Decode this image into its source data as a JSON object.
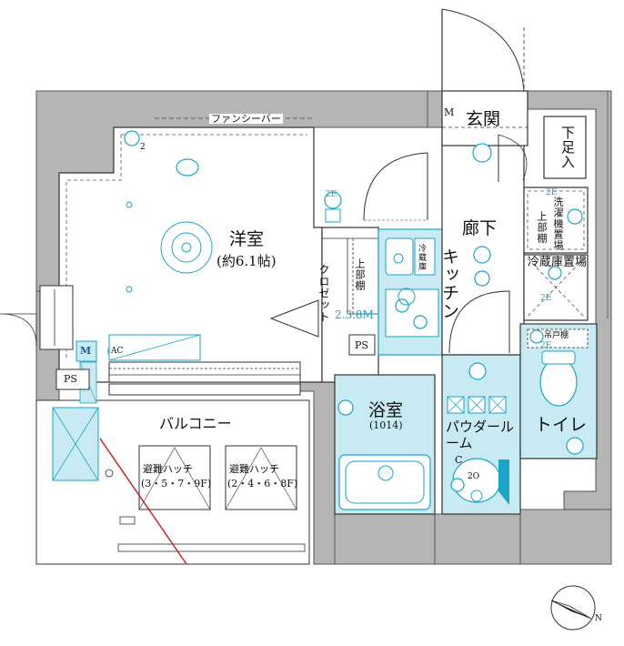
{
  "rooms": {
    "western_room": "洋室",
    "western_room_size": "(約6.1帖)",
    "entrance": "玄関",
    "hallway": "廊下",
    "kitchen": "キッチン",
    "closet": "クロゼット",
    "upper_shelf": "上部棚",
    "bathroom": "浴室",
    "bathroom_size": "(1014)",
    "powder_room": "パウダールーム",
    "toilet": "トイレ",
    "balcony": "バルコニー",
    "shoe_storage": "下足入",
    "washer_space": "洗濯機置場",
    "washer_upper_shelf": "上部棚",
    "fridge_space": "冷蔵庫置場",
    "hanging_shelf": "吊戸棚"
  },
  "labels": {
    "fan_heater": "ファンシーバー",
    "ps_left": "PS",
    "ps_closet": "PS",
    "meter": "M",
    "ac": "AC",
    "entrance_m": "M",
    "closet_width": "2.3.8M",
    "hatch_1": "避難ハッチ",
    "hatch_1_floors": "(3・5・7・9F)",
    "hatch_2": "避難ハッチ",
    "hatch_2_floors": "(2・4・6・8F)",
    "compass_n": "N",
    "kitchen_mark": "冷蔵庫",
    "c_mark": "C",
    "e2": "2E",
    "e2b": "2E",
    "e2c": "2E",
    "e2d": "2E",
    "zero_2": "2",
    "zero_2o": "2O"
  },
  "colors": {
    "wall": "#b5b5b5",
    "wall_outline": "#555555",
    "fixture_fill": "#c8eaf3",
    "fixture_stroke": "#1aa6c8",
    "line": "#333333",
    "red_line": "#cc2222"
  }
}
